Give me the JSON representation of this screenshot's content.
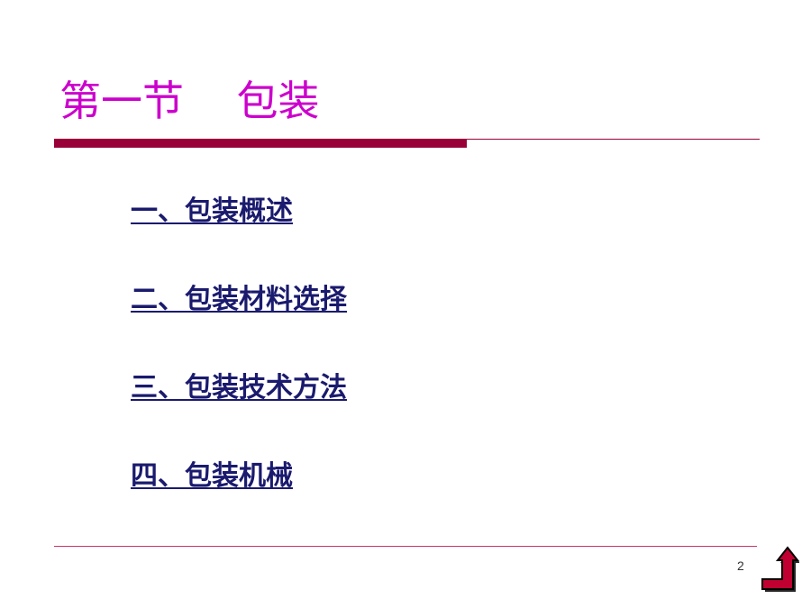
{
  "slide": {
    "title": "第一节    包装",
    "page_number": "2"
  },
  "colors": {
    "title": "#cc00cc",
    "accent_bar": "#99003a",
    "link": "#1a1a6e",
    "footer_line": "#cc3366",
    "return_icon_fill": "#c00030"
  },
  "toc": {
    "items": [
      {
        "label": "一、包装概述"
      },
      {
        "label": "二、包装材料选择"
      },
      {
        "label": "三、包装技术方法"
      },
      {
        "label": "四、包装机械"
      }
    ]
  },
  "navigation": {
    "return_icon": "return-arrow-icon"
  }
}
